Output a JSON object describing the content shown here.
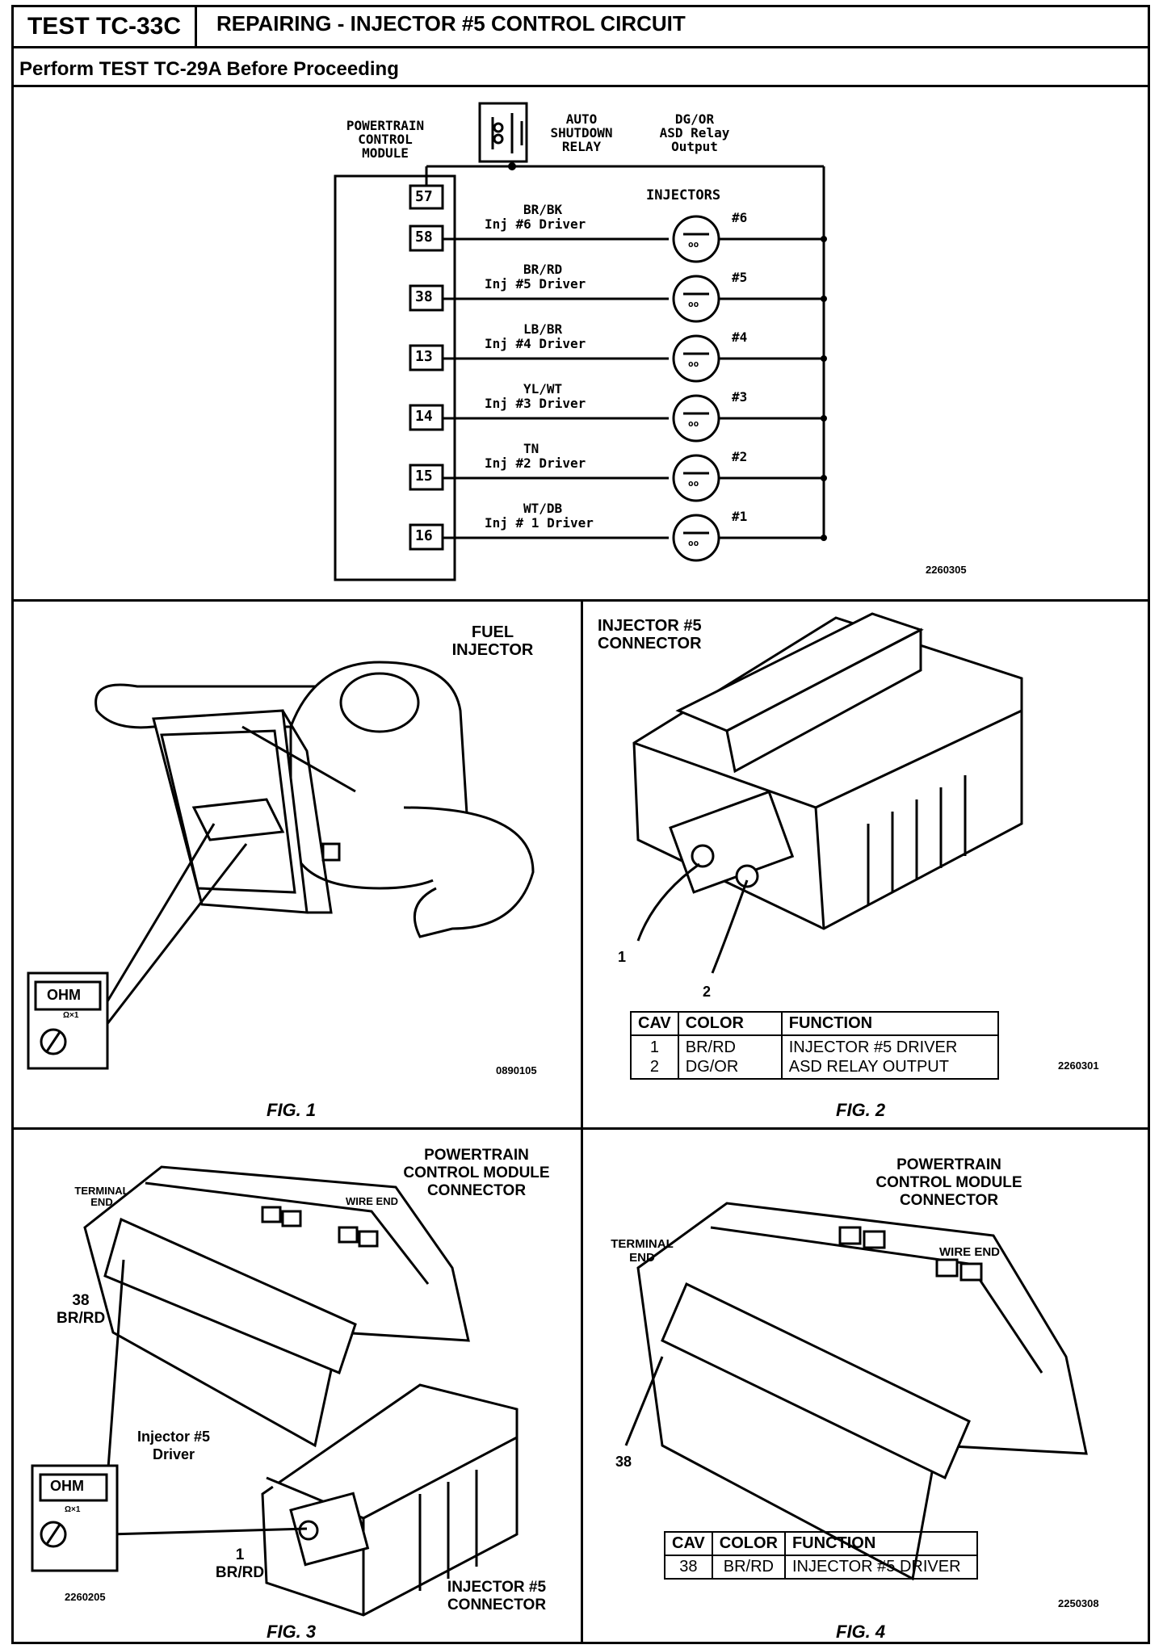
{
  "header": {
    "test_id": "TEST TC-33C",
    "title": "REPAIRING - INJECTOR #5 CONTROL CIRCUIT",
    "subtitle": "Perform TEST TC-29A Before Proceeding"
  },
  "schematic": {
    "pcm_label": [
      "POWERTRAIN",
      "CONTROL",
      "MODULE"
    ],
    "relay_label": [
      "AUTO",
      "SHUTDOWN",
      "RELAY"
    ],
    "relay_output_label": [
      "DG/OR",
      "ASD Relay",
      "Output"
    ],
    "injectors_label": "INJECTORS",
    "relay_pin": "57",
    "circuits": [
      {
        "pin": "58",
        "color": "BR/BK",
        "desc": "Inj #6 Driver",
        "inj": "#6"
      },
      {
        "pin": "38",
        "color": "BR/RD",
        "desc": "Inj #5 Driver",
        "inj": "#5"
      },
      {
        "pin": "13",
        "color": "LB/BR",
        "desc": "Inj #4 Driver",
        "inj": "#4"
      },
      {
        "pin": "14",
        "color": "YL/WT",
        "desc": "Inj #3 Driver",
        "inj": "#3"
      },
      {
        "pin": "15",
        "color": "TN",
        "desc": "Inj #2 Driver",
        "inj": "#2"
      },
      {
        "pin": "16",
        "color": "WT/DB",
        "desc": "Inj # 1 Driver",
        "inj": "#1"
      }
    ],
    "id": "2260305"
  },
  "fig1": {
    "label": [
      "FUEL",
      "INJECTOR"
    ],
    "meter_text": "OHM",
    "meter_dial": "Ω×1",
    "id": "0890105",
    "caption": "FIG. 1"
  },
  "fig2": {
    "label": [
      "INJECTOR #5",
      "CONNECTOR"
    ],
    "callout1": "1",
    "callout2": "2",
    "table_headers": [
      "CAV",
      "COLOR",
      "FUNCTION"
    ],
    "table_rows": [
      [
        "1",
        "BR/RD",
        "INJECTOR #5 DRIVER"
      ],
      [
        "2",
        "DG/OR",
        "ASD RELAY OUTPUT"
      ]
    ],
    "id": "2260301",
    "caption": "FIG. 2"
  },
  "fig3": {
    "label": [
      "POWERTRAIN",
      "CONTROL MODULE",
      "CONNECTOR"
    ],
    "terminal_end": [
      "TERMINAL",
      "END"
    ],
    "wire_end": "WIRE END",
    "cav_callout": [
      "38",
      "BR/RD"
    ],
    "driver_label": [
      "Injector #5",
      "Driver"
    ],
    "meter_text": "OHM",
    "meter_dial": "Ω×1",
    "inj_callout": [
      "1",
      "BR/RD"
    ],
    "inj_label": [
      "INJECTOR #5",
      "CONNECTOR"
    ],
    "id": "2260205",
    "caption": "FIG. 3"
  },
  "fig4": {
    "label": [
      "POWERTRAIN",
      "CONTROL MODULE",
      "CONNECTOR"
    ],
    "terminal_end": [
      "TERMINAL",
      "END"
    ],
    "wire_end": "WIRE END",
    "cav_callout": "38",
    "table_headers": [
      "CAV",
      "COLOR",
      "FUNCTION"
    ],
    "table_rows": [
      [
        "38",
        "BR/RD",
        "INJECTOR #5 DRIVER"
      ]
    ],
    "id": "2250308",
    "caption": "FIG. 4"
  }
}
